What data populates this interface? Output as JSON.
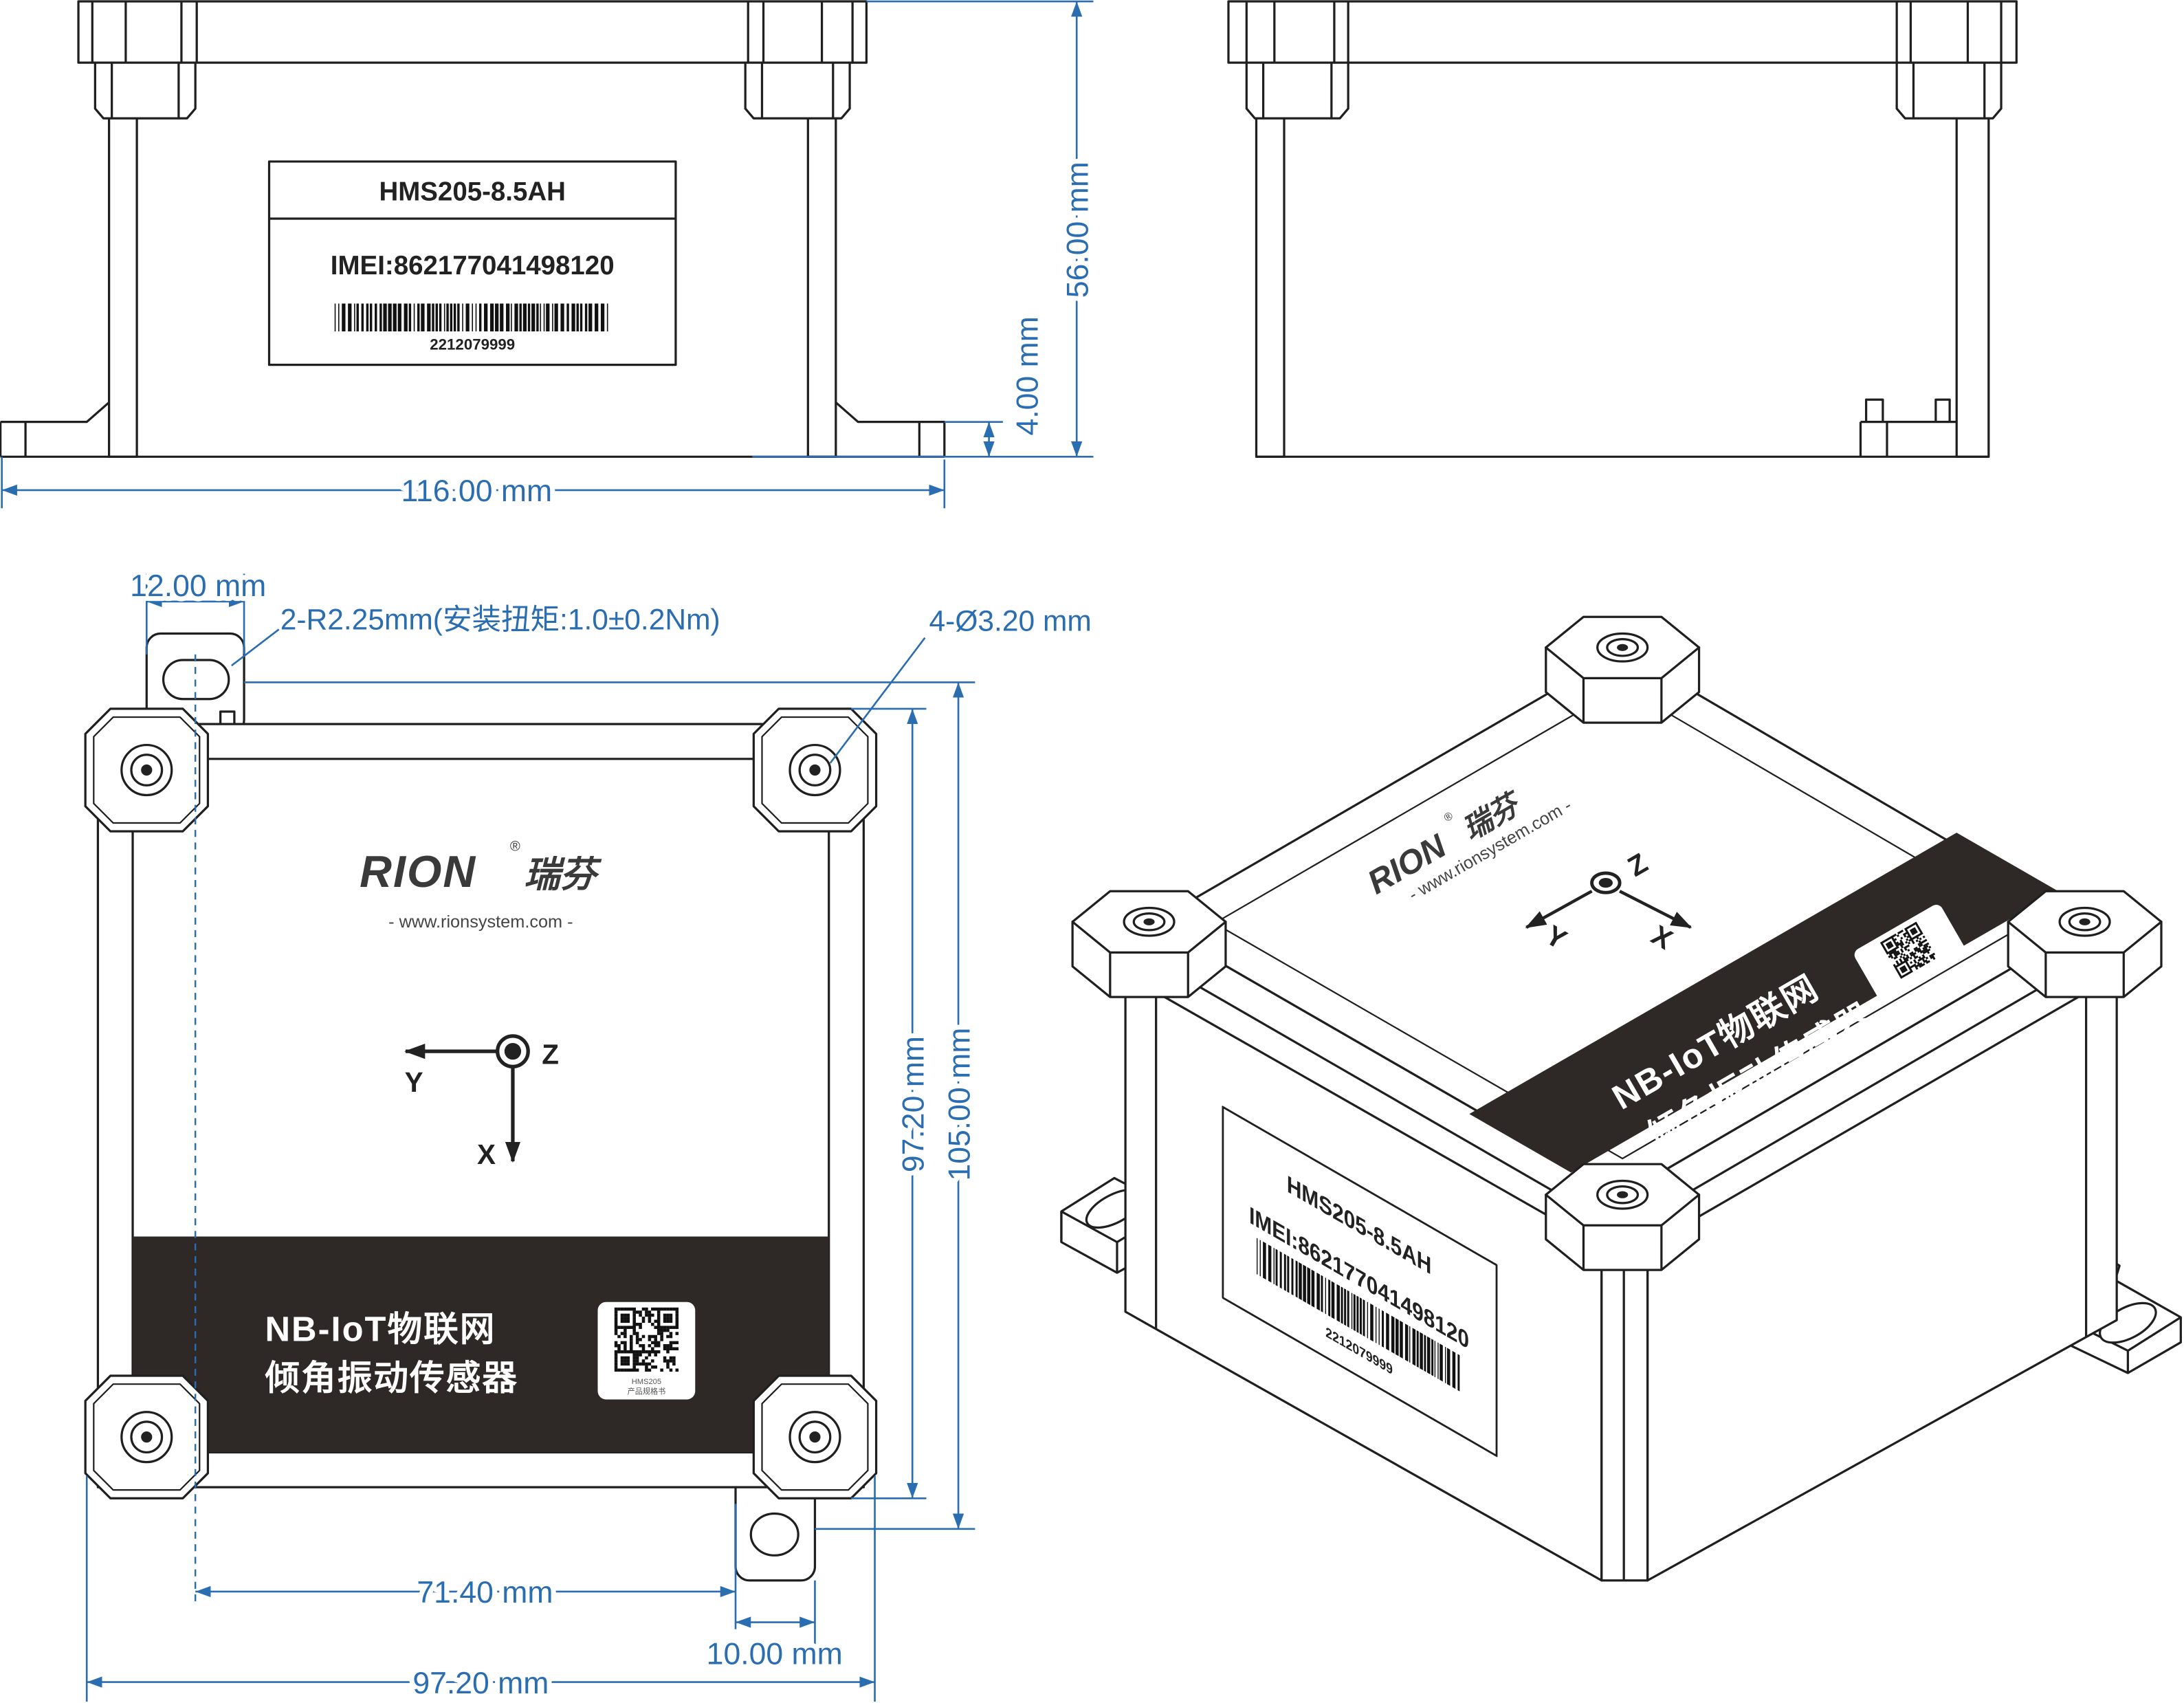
{
  "front_view": {
    "model": "HMS205-8.5AH",
    "imei": "IMEI:862177041498120",
    "serial": "2212079999"
  },
  "dimensions": {
    "height": "56.00 mm",
    "flange_height": "4.00 mm",
    "length": "116.00 mm",
    "ear_width": "12.00 mm",
    "slot_note": "2-R2.25mm(安装扭矩:1.0±0.2Nm)",
    "hole_note": "4-Ø3.20 mm",
    "frame_height": "97.20 mm",
    "total_height": "105.00 mm",
    "ear_spacing": "71.40 mm",
    "ear_offset": "10.00 mm",
    "frame_width": "97.20 mm"
  },
  "top_view": {
    "brand": "RION",
    "registered": "®",
    "brand_cn": "瑞芬",
    "website": "- www.rionsystem.com -",
    "axis_z": "Z",
    "axis_y": "Y",
    "axis_x": "X",
    "product_line1": "NB-IoT物联网",
    "product_line2": "倾角振动传感器",
    "qr_caption1": "HMS205",
    "qr_caption2": "产品规格书"
  },
  "iso_view": {
    "brand": "RION",
    "registered": "®",
    "brand_cn": "瑞芬",
    "website": "- www.rionsystem.com -",
    "axis_z": "Z",
    "axis_y": "Y",
    "axis_x": "X",
    "product_line1": "NB-IoT物联网",
    "product_line2": "倾角振动传感器",
    "model": "HMS205-8.5AH",
    "imei": "IMEI:862177041498120",
    "serial": "2212079999"
  },
  "colors": {
    "line": "#1f1f1f",
    "dimension": "#2a6db0",
    "band": "#2e2826",
    "background": "#ffffff"
  }
}
